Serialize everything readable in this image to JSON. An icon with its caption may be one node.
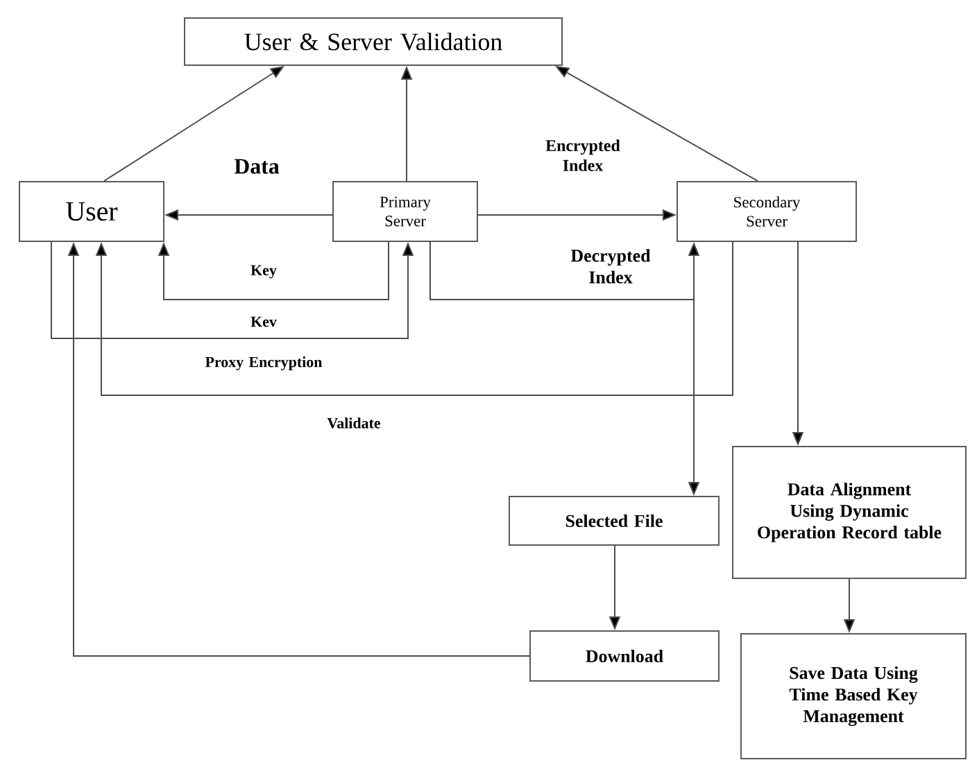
{
  "diagram": {
    "nodes": [
      {
        "text": [
          "User & Server Validation"
        ]
      },
      {
        "text": [
          "User"
        ]
      },
      {
        "text": [
          "Primary Server"
        ]
      },
      {
        "text": [
          "Secondary Server"
        ]
      },
      {
        "text": [
          "Selected File"
        ]
      },
      {
        "text": [
          "Data Alignment Using Dynamic Operation Record table"
        ]
      },
      {
        "text": [
          "Download"
        ]
      },
      {
        "text": [
          "Save Data Using Time Based Key Management"
        ]
      }
    ],
    "edges": [
      {
        "from": 1,
        "to": 0,
        "arrow": "to"
      },
      {
        "from": 2,
        "to": 0,
        "arrow": "to"
      },
      {
        "from": 3,
        "to": 0,
        "arrow": "to"
      },
      {
        "from": 2,
        "to": 1,
        "arrow": "to",
        "label": "Data"
      },
      {
        "from": 2,
        "to": 1,
        "arrow": "to",
        "label": "Key"
      },
      {
        "from": 1,
        "to": 2,
        "arrow": "to",
        "label": "Kev"
      },
      {
        "from": 3,
        "to": 1,
        "arrow": "to",
        "label": "Proxy Encryption"
      },
      {
        "from": 2,
        "to": 3,
        "arrow": "to",
        "label": "Decrypted Index"
      },
      {
        "from": 2,
        "to": 4,
        "arrow": "to"
      },
      {
        "from": 2,
        "to": 3,
        "arrow": "to",
        "label": "Encrypted Index"
      },
      {
        "from": 3,
        "to": 5,
        "arrow": "to"
      },
      {
        "from": 4,
        "to": 6,
        "arrow": "to"
      },
      {
        "from": 5,
        "to": 7,
        "arrow": "to"
      },
      {
        "from": 6,
        "to": 1,
        "arrow": "to"
      }
    ],
    "labels": [
      "Validate"
    ]
  }
}
